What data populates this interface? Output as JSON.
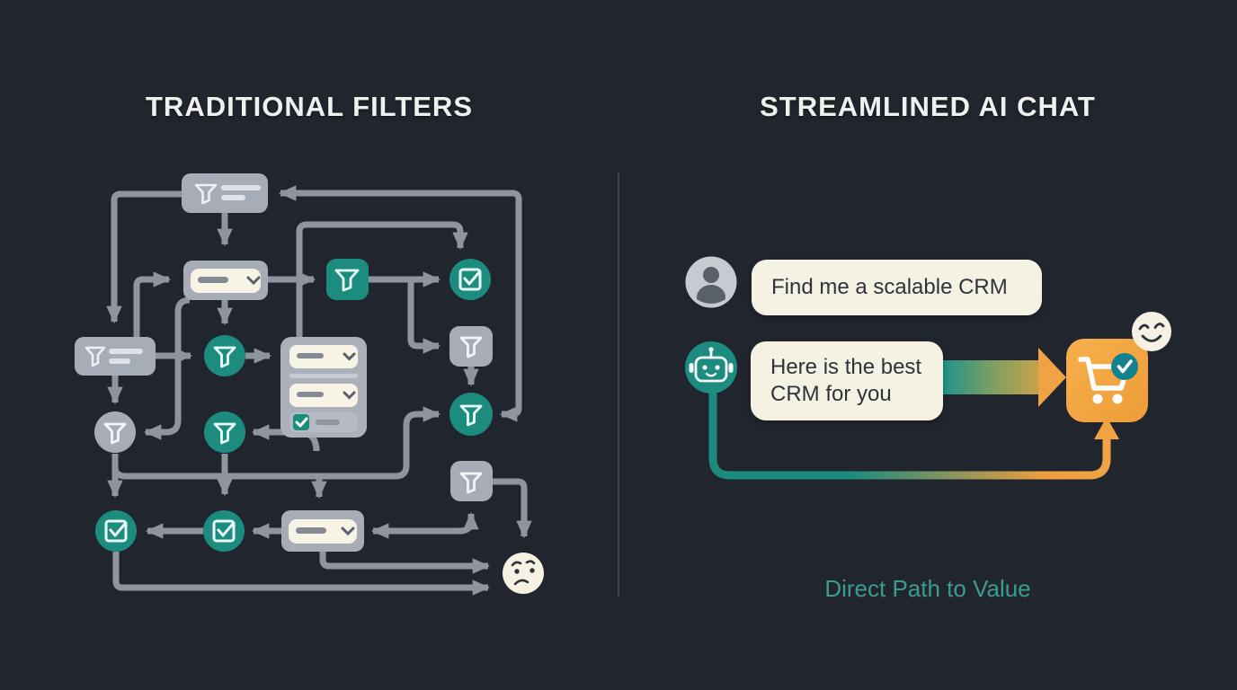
{
  "left_panel": {
    "title": "TRADITIONAL FILTERS"
  },
  "right_panel": {
    "title": "STREAMLINED AI CHAT",
    "chat": {
      "user_message": "Find me a scalable CRM",
      "ai_message": "Here is the best CRM for you"
    },
    "caption": "Direct Path to Value"
  },
  "icons": {
    "user_avatar": "person-icon",
    "ai_avatar": "robot-icon",
    "left_result": "confused-face-icon",
    "right_result": "shopping-cart-icon",
    "cart_badge": "check-badge-icon",
    "right_mood": "smiley-face-icon",
    "flow_nodes": [
      "filter-icon",
      "dropdown-icon",
      "checkbox-icon"
    ]
  },
  "colors": {
    "background": "#21262e",
    "node_gray": "#a7adb6",
    "line_gray": "#8e959e",
    "teal": "#1c8c7f",
    "badge_teal": "#12828e",
    "cream": "#f5f2e4",
    "orange": "#f0a342",
    "caption_teal": "#3d9c8d"
  }
}
